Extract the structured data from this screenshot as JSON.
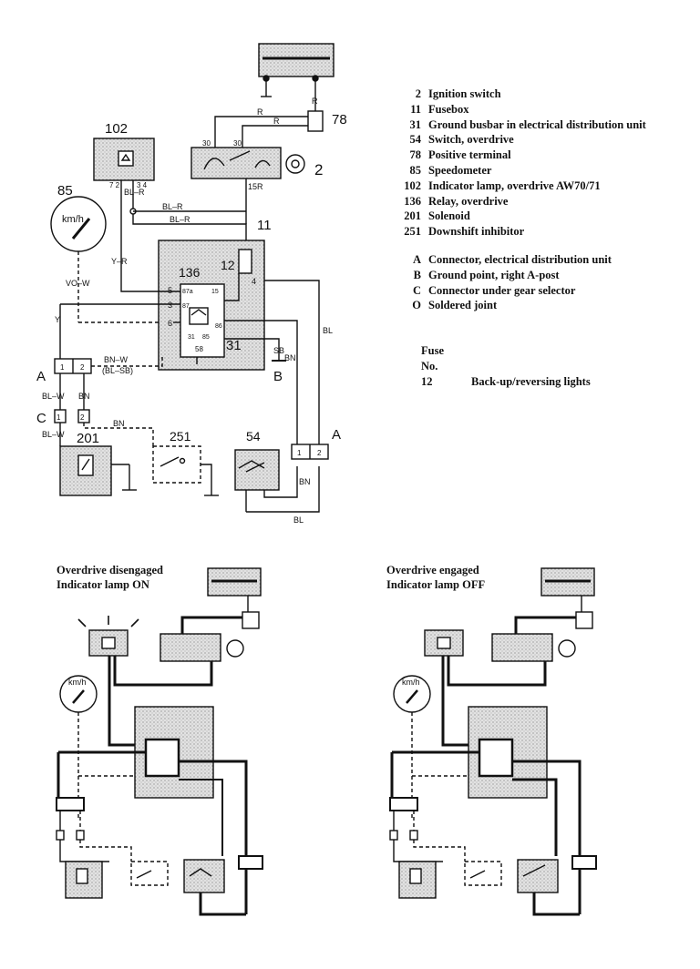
{
  "legend": {
    "components": [
      {
        "code": "2",
        "label": "Ignition switch"
      },
      {
        "code": "11",
        "label": "Fusebox"
      },
      {
        "code": "31",
        "label": "Ground busbar in electrical distribution unit"
      },
      {
        "code": "54",
        "label": "Switch, overdrive"
      },
      {
        "code": "78",
        "label": "Positive terminal"
      },
      {
        "code": "85",
        "label": "Speedometer"
      },
      {
        "code": "102",
        "label": "Indicator lamp, overdrive AW70/71"
      },
      {
        "code": "136",
        "label": "Relay, overdrive"
      },
      {
        "code": "201",
        "label": "Solenoid"
      },
      {
        "code": "251",
        "label": "Downshift inhibitor"
      }
    ],
    "points": [
      {
        "code": "A",
        "label": "Connector, electrical distribution unit"
      },
      {
        "code": "B",
        "label": "Ground point, right A-post"
      },
      {
        "code": "C",
        "label": "Connector under gear selector"
      },
      {
        "code": "O",
        "label": "Soldered joint"
      }
    ]
  },
  "fuse_table": {
    "header_1": "Fuse",
    "header_2": "No.",
    "rows": [
      {
        "number": "12",
        "label": "Back-up/reversing lights"
      }
    ]
  },
  "captions": {
    "left_line1": "Overdrive disengaged",
    "left_line2": "Indicator lamp ON",
    "right_line1": "Overdrive engaged",
    "right_line2": "Indicator lamp OFF"
  },
  "labels": {
    "c102": "102",
    "c78": "78",
    "c85": "85",
    "c2": "2",
    "c11": "11",
    "c136": "136",
    "c12": "12",
    "c31": "31",
    "c251": "251",
    "c54": "54",
    "c201": "201",
    "ptA": "A",
    "ptA2": "A",
    "ptB": "B",
    "ptC": "C",
    "kmh": "km/h",
    "kmh_small": "km/h",
    "wR1": "R",
    "wR2": "R",
    "wR3": "R",
    "wBLR1": "BL–R",
    "wBLR2": "BL–R",
    "wBLR3": "BL–R",
    "wYR": "Y–R",
    "wVOW": "VO–W",
    "wY": "Y",
    "wBNW": "BN–W",
    "wBLSB": "(BL–SB)",
    "wBLW1": "BL–W",
    "wBN1": "BN",
    "wBLW2": "BL–W",
    "wBN2": "BN",
    "wBN3": "BN",
    "wBN4": "BN",
    "wBL1": "BL",
    "wBL2": "BL",
    "wSB": "SB",
    "w15R": "15R",
    "t30a": "30",
    "t30b": "30",
    "t72": "7 2",
    "t34": "3 4",
    "t87a": "87a",
    "t87": "87",
    "t15": "15",
    "t5": "5",
    "t3": "3",
    "t6": "6",
    "t4": "4",
    "t31s": "31",
    "t85": "85",
    "t86": "86",
    "t58": "58",
    "p1a": "1",
    "p2a": "2",
    "p1b": "1",
    "p2b": "2",
    "p1c": "1",
    "p2c": "2"
  }
}
